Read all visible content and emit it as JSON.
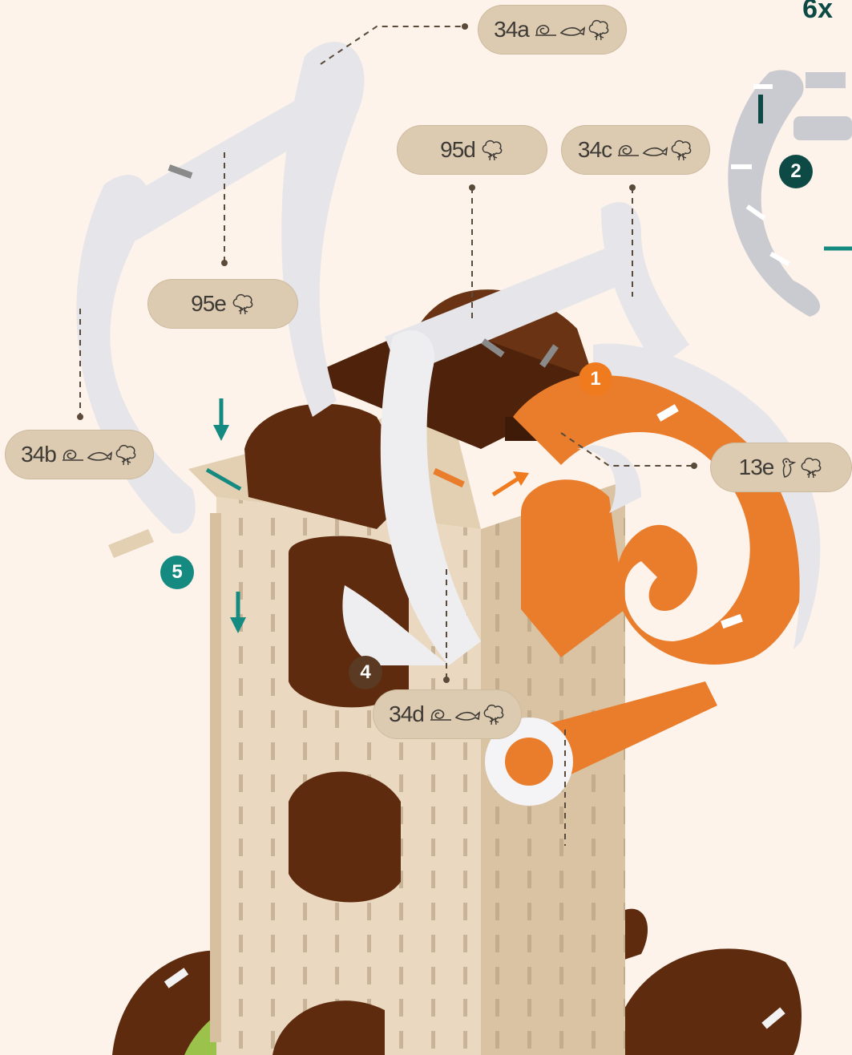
{
  "quantity": "6x",
  "labels": [
    {
      "id": "34a",
      "text": "34a",
      "icons": [
        "snail-icon",
        "fish-icon",
        "tree-icon"
      ]
    },
    {
      "id": "95d",
      "text": "95d",
      "icons": [
        "tree-icon"
      ]
    },
    {
      "id": "34c",
      "text": "34c",
      "icons": [
        "snail-icon",
        "fish-icon",
        "tree-icon"
      ]
    },
    {
      "id": "95e",
      "text": "95e",
      "icons": [
        "tree-icon"
      ]
    },
    {
      "id": "34b",
      "text": "34b",
      "icons": [
        "snail-icon",
        "fish-icon",
        "tree-icon"
      ]
    },
    {
      "id": "13e",
      "text": "13e",
      "icons": [
        "bird-icon",
        "tree-icon"
      ]
    },
    {
      "id": "34d",
      "text": "34d",
      "icons": [
        "snail-icon",
        "fish-icon",
        "tree-icon"
      ]
    }
  ],
  "steps": [
    {
      "number": "1",
      "color": "#f07a1e"
    },
    {
      "number": "2",
      "color": "#0e4a45"
    },
    {
      "number": "4",
      "color": "#5a3a22"
    },
    {
      "number": "5",
      "color": "#158a80"
    }
  ],
  "colors": {
    "background": "#fdf3ea",
    "label_pill": "#dccbb0",
    "plywood": "#e8d6bd",
    "dark_wood": "#5e2b0f",
    "white_part": "#e6e6ea",
    "orange_part": "#e97d2c",
    "teal_arrow": "#158a80",
    "green_part": "#9bc24b"
  }
}
